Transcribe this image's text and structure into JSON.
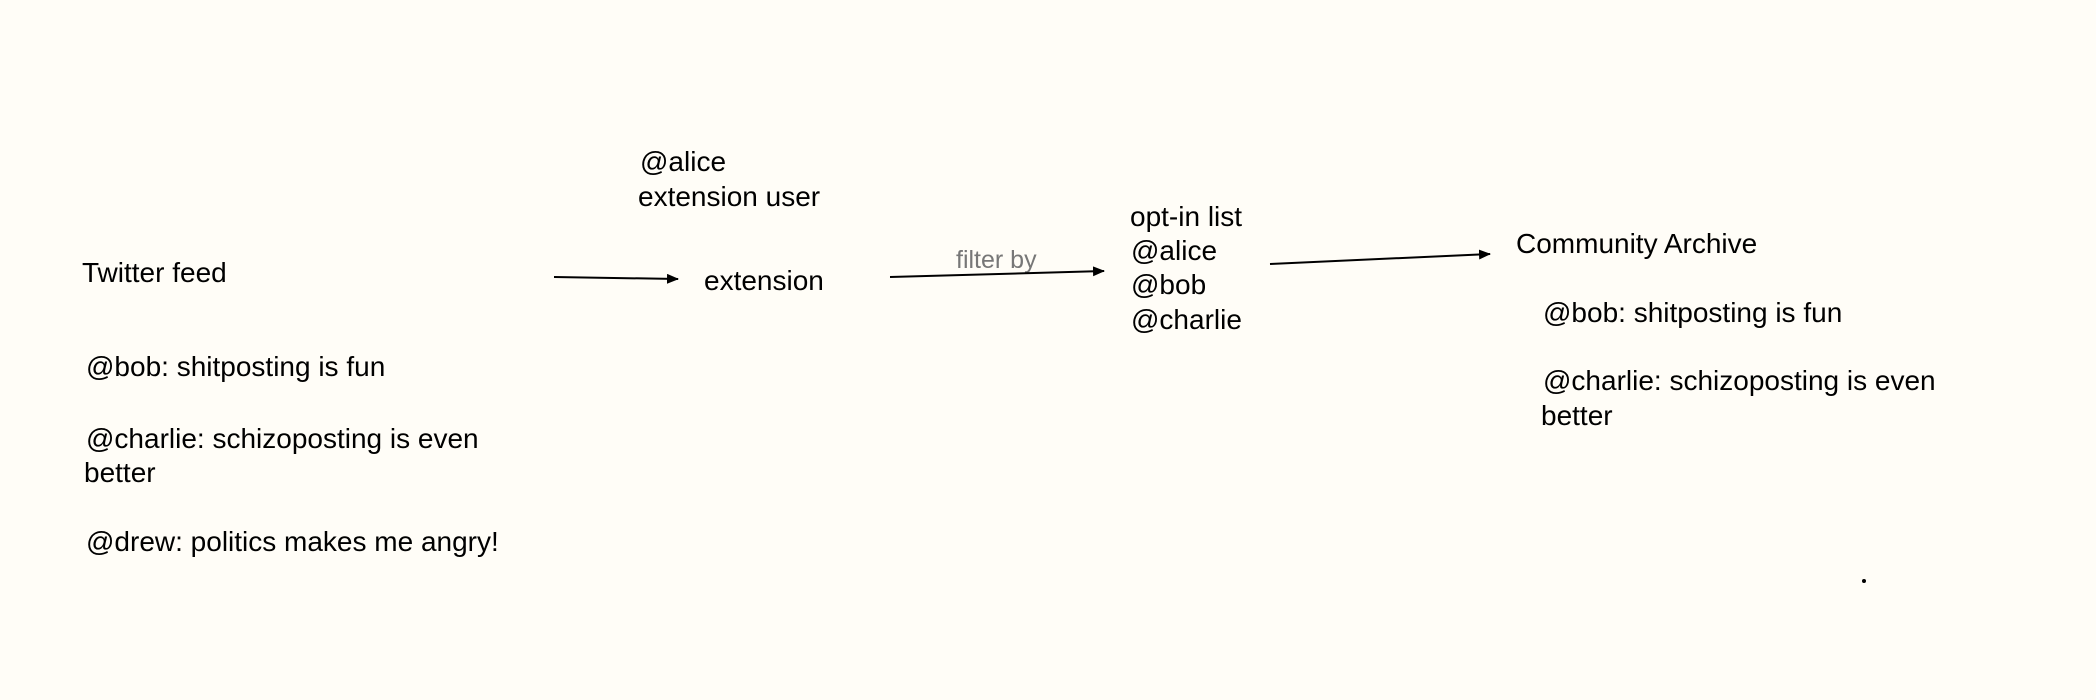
{
  "twitter_feed": {
    "title": "Twitter feed",
    "posts": [
      "@bob: shitposting is fun",
      "@charlie: schizoposting is even",
      "better",
      "@drew: politics makes me angry!"
    ]
  },
  "extension_user": {
    "handle": "@alice",
    "role": "extension user"
  },
  "extension": {
    "label": "extension"
  },
  "filter": {
    "label": "filter by"
  },
  "opt_in": {
    "title": "opt-in list",
    "members": [
      "@alice",
      "@bob",
      "@charlie"
    ]
  },
  "archive": {
    "title": "Community Archive",
    "posts": [
      "@bob: shitposting is fun",
      "@charlie: schizoposting is even",
      "better"
    ]
  },
  "colors": {
    "background": "#fffdf7",
    "text": "#000000",
    "edge_label": "#777777"
  }
}
